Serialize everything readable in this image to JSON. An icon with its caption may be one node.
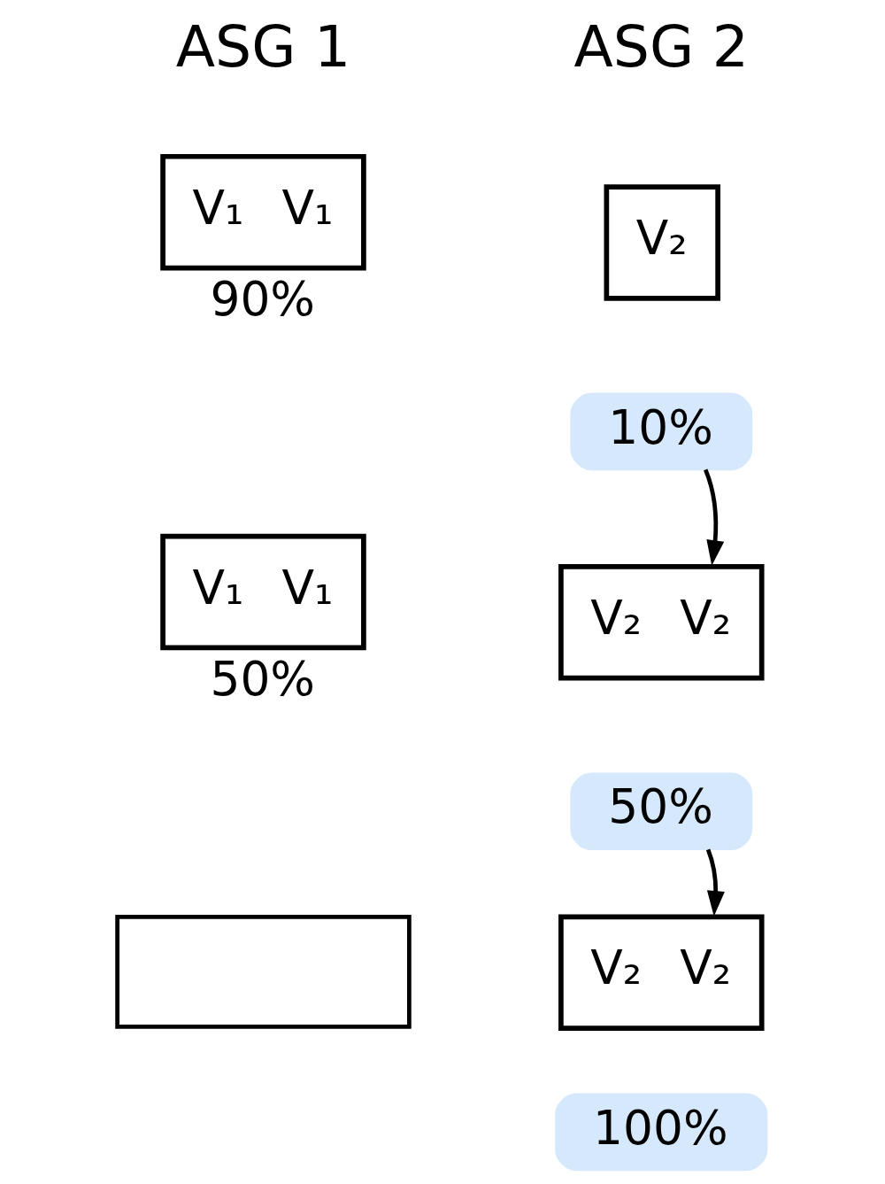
{
  "diagram": {
    "nodes": [
      {
        "text": [
          "V₁",
          "V₁"
        ],
        "beside": [
          "90%"
        ]
      },
      {
        "text": [
          "V₂"
        ]
      },
      {
        "text": [
          "10%"
        ]
      },
      {
        "text": [
          "V₁",
          "V₁"
        ],
        "beside": [
          "50%"
        ]
      },
      {
        "text": [
          "V₂",
          "V₂"
        ]
      },
      {
        "text": [
          "50%"
        ]
      },
      {
        "text": [],
        "shape": "box"
      },
      {
        "text": [
          "V₂",
          "V₂"
        ]
      },
      {
        "text": [
          "100%"
        ]
      }
    ],
    "edges": [
      {
        "from": 2,
        "to": 4,
        "arrow": "to"
      },
      {
        "from": 5,
        "to": 7,
        "arrow": "to"
      }
    ],
    "labels": [
      "ASG 1",
      "ASG 2"
    ]
  }
}
